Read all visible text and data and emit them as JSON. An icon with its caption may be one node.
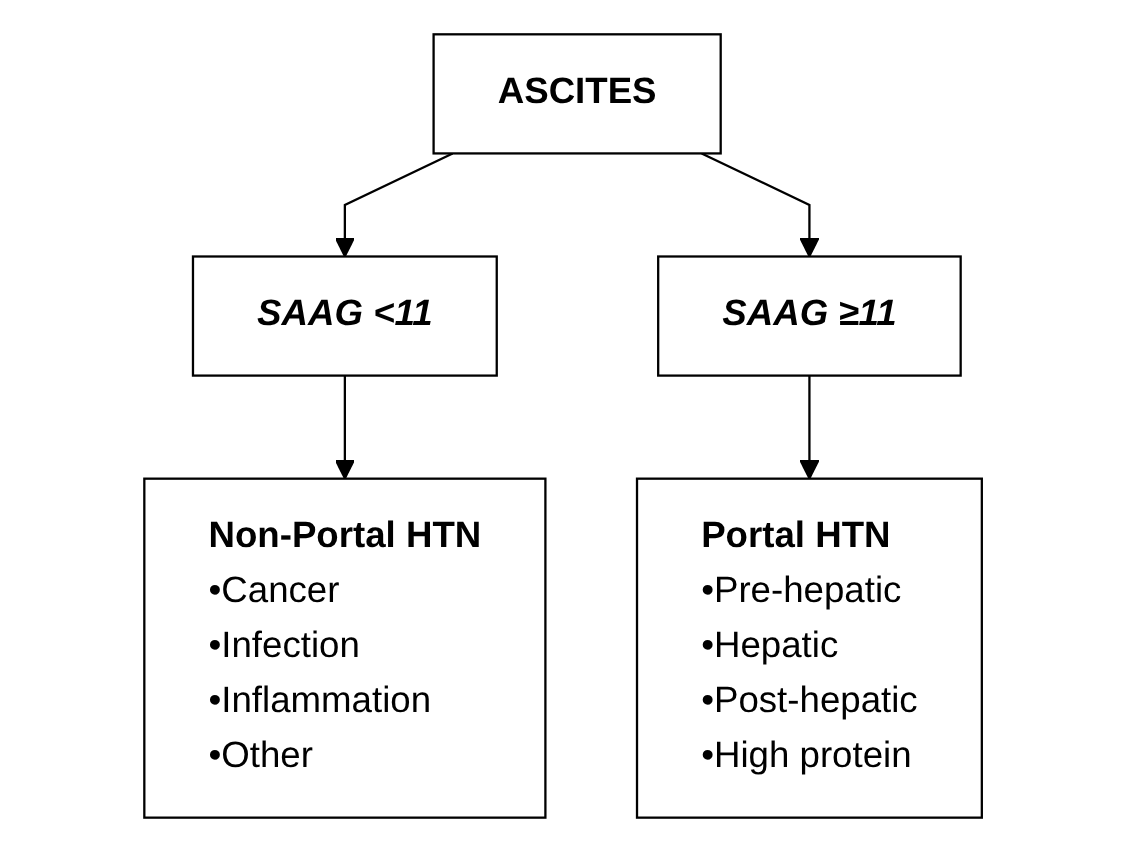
{
  "diagram": {
    "nodes": [
      {
        "text": [
          "ASCITES"
        ]
      },
      {
        "text": [
          "SAAG <11"
        ]
      },
      {
        "text": [
          "SAAG ≥11"
        ]
      },
      {
        "text": [
          "Non-Portal HTN",
          "•Cancer",
          "•Infection",
          "•Inflammation",
          "•Other"
        ]
      },
      {
        "text": [
          "Portal HTN",
          "•Pre-hepatic",
          "•Hepatic",
          "•Post-hepatic",
          "•High protein"
        ]
      }
    ],
    "edges": [
      {
        "from": 0,
        "to": 1,
        "arrow": "to"
      },
      {
        "from": 0,
        "to": 2,
        "arrow": "to"
      },
      {
        "from": 1,
        "to": 3,
        "arrow": "to"
      },
      {
        "from": 2,
        "to": 4,
        "arrow": "to"
      }
    ]
  }
}
